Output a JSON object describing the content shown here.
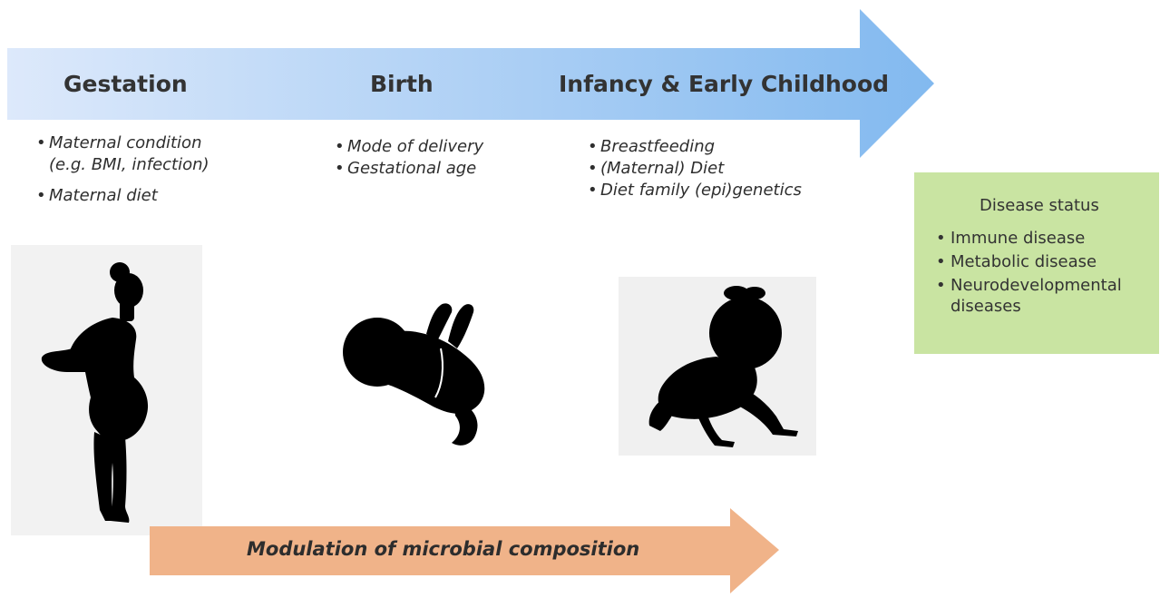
{
  "timeline": {
    "stages": [
      {
        "title": "Gestation",
        "factors": [
          "Maternal condition\n(e.g. BMI, infection)",
          "Maternal diet"
        ]
      },
      {
        "title": "Birth",
        "factors": [
          "Mode of delivery",
          "Gestational age"
        ]
      },
      {
        "title": "Infancy & Early Childhood",
        "factors": [
          "Breastfeeding",
          "(Maternal) Diet",
          "Diet family (epi)genetics"
        ]
      }
    ]
  },
  "disease": {
    "title": "Disease status",
    "items": [
      "Immune disease",
      "Metabolic disease",
      "Neurodevelopmental\ndiseases"
    ]
  },
  "modulation": {
    "label": "Modulation of microbial composition"
  },
  "colors": {
    "timeline_start": "#dde9fb",
    "timeline_end": "#82b9ef",
    "disease_box": "#c9e4a2",
    "modulation_arrow": "#f0b389",
    "silhouette": "#000000"
  },
  "icons": [
    "pregnant-woman-silhouette",
    "newborn-baby-silhouette",
    "crawling-baby-silhouette"
  ]
}
